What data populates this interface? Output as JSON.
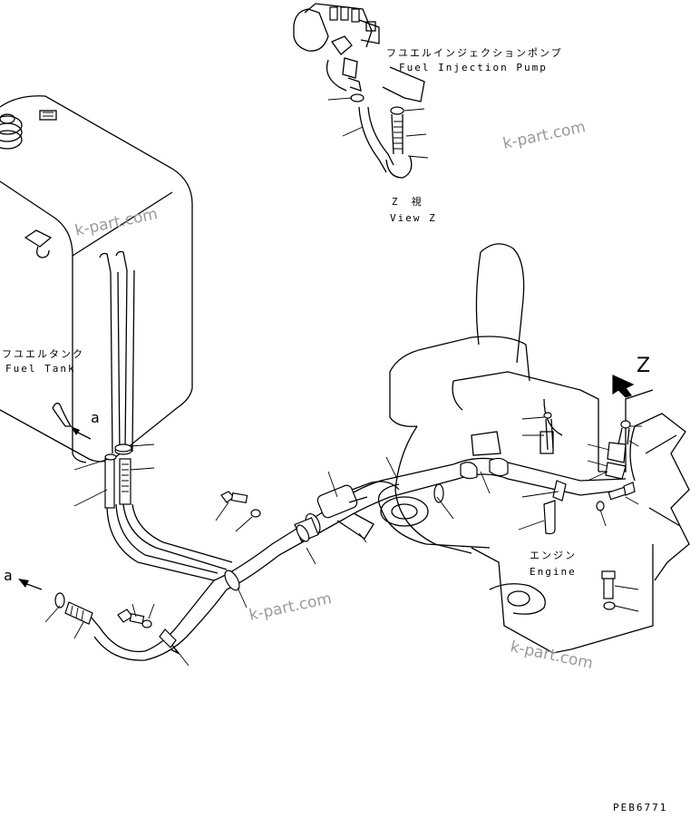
{
  "labels": {
    "injection_pump_jp": "フユエルインジェクションポンプ",
    "injection_pump_en": "Fuel Injection Pump",
    "view_z_jp": "Z　視",
    "view_z_en": "View Z",
    "fuel_tank_jp": "フユエルタンク",
    "fuel_tank_en": "Fuel Tank",
    "engine_jp": "エンジン",
    "engine_en": "Engine",
    "arrow_a_upper": "a",
    "arrow_a_lower": "a",
    "view_arrow_z": "Z",
    "drawing_code": "PEB6771"
  },
  "watermarks": [
    "k-part.com",
    "k-part.com",
    "k-part.com",
    "k-part.com"
  ],
  "colors": {
    "line": "#000000",
    "watermark": "#9a9a9a",
    "background": "#ffffff"
  }
}
